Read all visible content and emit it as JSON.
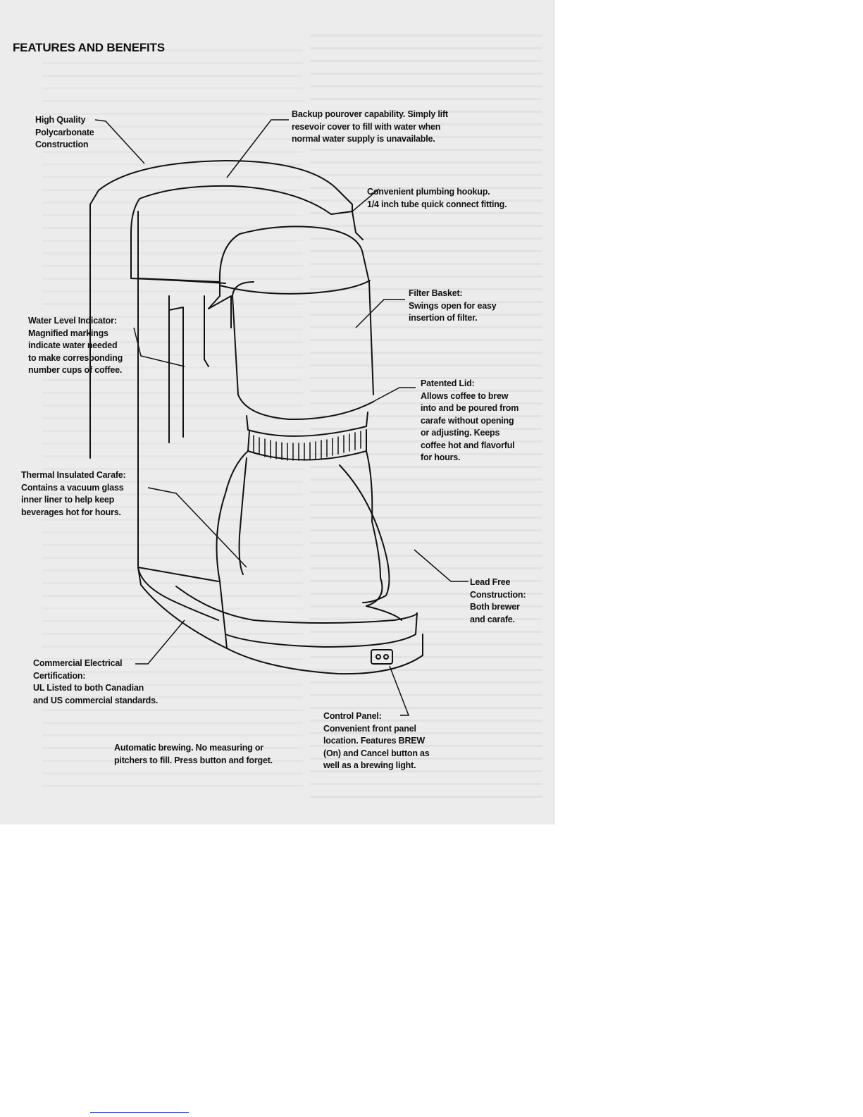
{
  "page": {
    "title": "FEATURES AND BENEFITS"
  },
  "callouts": {
    "high_quality": [
      "High Quality",
      "Polycarbonate",
      "Construction"
    ],
    "backup_pourover": [
      "Backup pourover capability. Simply lift",
      "resevoir cover to fill with water when",
      "normal water supply is unavailable."
    ],
    "plumbing": [
      "Convenient plumbing hookup.",
      "1/4 inch tube quick connect fitting."
    ],
    "filter_basket": [
      "Filter Basket:",
      "Swings open for easy",
      "insertion of filter."
    ],
    "water_level": [
      "Water Level Indicator:",
      "Magnified markings",
      "indicate water needed",
      "to make corresponding",
      "number cups of coffee."
    ],
    "patented_lid": [
      "Patented Lid:",
      "Allows coffee to brew",
      "into and be poured from",
      "carafe without opening",
      "or adjusting. Keeps",
      "coffee hot and flavorful",
      "for hours."
    ],
    "thermal_carafe": [
      "Thermal Insulated Carafe:",
      "Contains a vacuum glass",
      "inner liner to help keep",
      "beverages hot for hours."
    ],
    "lead_free": [
      "Lead Free",
      "Construction:",
      "Both brewer",
      "and carafe."
    ],
    "electrical": [
      "Commercial Electrical",
      "Certification:",
      "UL Listed to both Canadian",
      "and US commercial standards."
    ],
    "control_panel": [
      "Control Panel:",
      "Convenient front panel",
      "location. Features BREW",
      "(On) and Cancel button as",
      "well as a brewing light."
    ],
    "automatic": [
      "Automatic brewing. No measuring or",
      "pitchers to fill. Press button and forget."
    ]
  },
  "colors": {
    "ink": "#111111",
    "paper": "#ececec",
    "link": "#3355cc"
  }
}
